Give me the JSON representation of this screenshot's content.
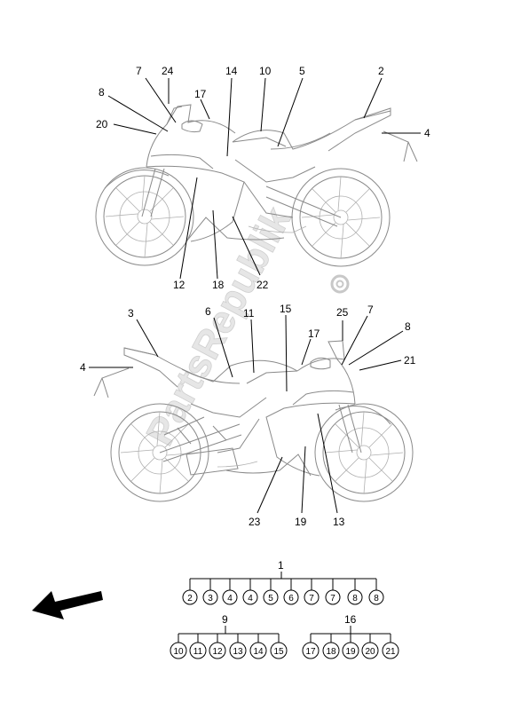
{
  "watermark": "PartsRepublik",
  "top_view_callouts": [
    "7",
    "24",
    "14",
    "10",
    "5",
    "2",
    "8",
    "17",
    "20",
    "4",
    "12",
    "18",
    "22"
  ],
  "bottom_view_callouts": [
    "3",
    "6",
    "11",
    "15",
    "25",
    "7",
    "8",
    "17",
    "4",
    "21",
    "23",
    "19",
    "13"
  ],
  "set_1": {
    "label": "1",
    "items": [
      "2",
      "3",
      "4",
      "4",
      "5",
      "6",
      "7",
      "7",
      "8",
      "8"
    ]
  },
  "set_9": {
    "label": "9",
    "items": [
      "10",
      "11",
      "12",
      "13",
      "14",
      "15"
    ]
  },
  "set_16": {
    "label": "16",
    "items": [
      "17",
      "18",
      "19",
      "20",
      "21"
    ]
  },
  "direction_arrow": "arrow-front-left-icon"
}
